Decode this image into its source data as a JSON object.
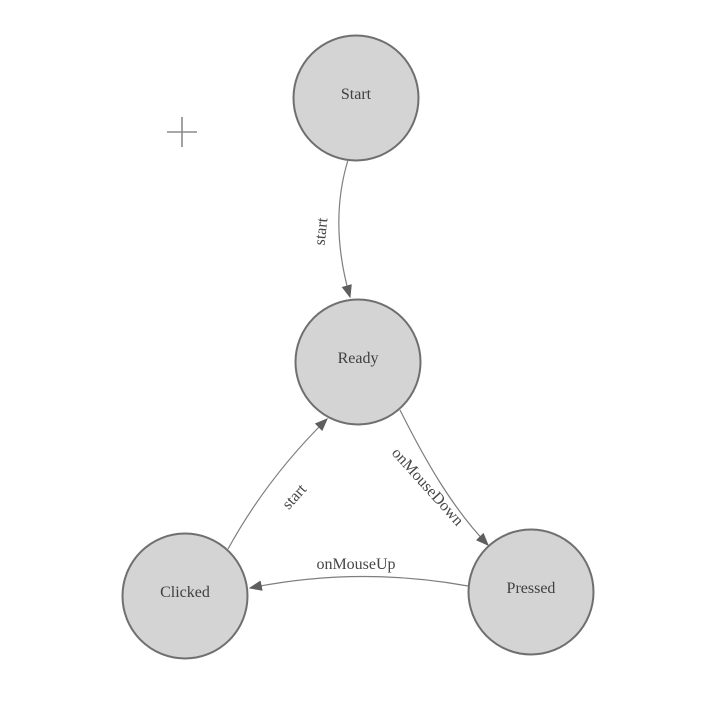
{
  "diagram": {
    "type": "state-machine",
    "background_color": "#ffffff",
    "node_fill_color": "#d4d4d4",
    "node_stroke_color": "#6f6f6f",
    "edge_color": "#7e7e7e",
    "arrow_color": "#5e5e5e",
    "text_color": "#3f3f3f",
    "nodes": [
      {
        "id": "start",
        "label": "Start"
      },
      {
        "id": "ready",
        "label": "Ready"
      },
      {
        "id": "clicked",
        "label": "Clicked"
      },
      {
        "id": "pressed",
        "label": "Pressed"
      }
    ],
    "edges": [
      {
        "from": "Start",
        "to": "Ready",
        "label": "start"
      },
      {
        "from": "Ready",
        "to": "Pressed",
        "label": "onMouseDown"
      },
      {
        "from": "Pressed",
        "to": "Clicked",
        "label": "onMouseUp"
      },
      {
        "from": "Clicked",
        "to": "Ready",
        "label": "start"
      }
    ],
    "cursor_icon": "plus-crosshair"
  }
}
